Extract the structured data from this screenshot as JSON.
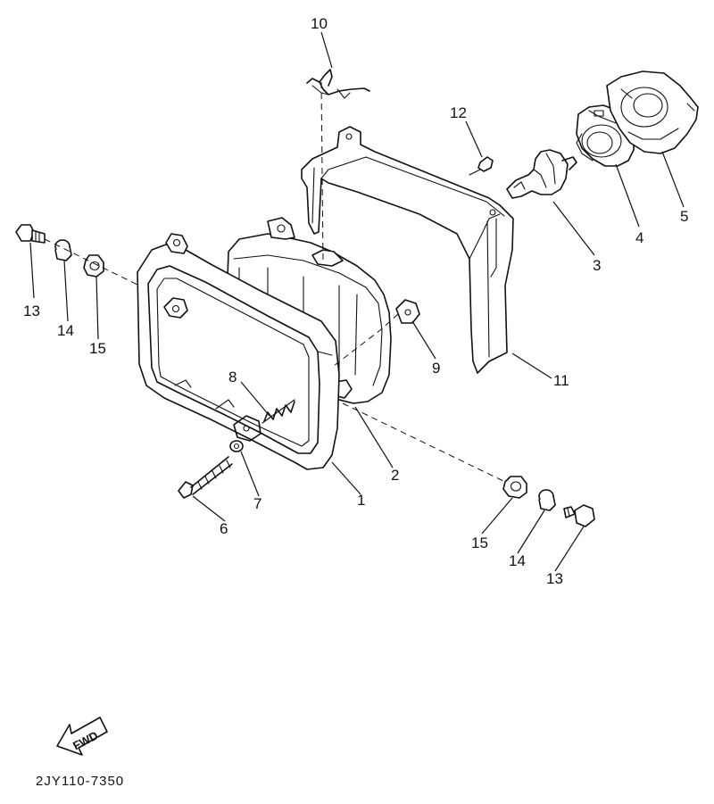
{
  "diagram": {
    "drawing_code": "2JY110-7350",
    "fwd_label": "FWD",
    "callouts": {
      "c1": "1",
      "c2": "2",
      "c3": "3",
      "c4": "4",
      "c5": "5",
      "c6": "6",
      "c7": "7",
      "c8": "8",
      "c9": "9",
      "c10": "10",
      "c11": "11",
      "c12": "12",
      "c13_left": "13",
      "c14_left": "14",
      "c15_left": "15",
      "c13_right": "13",
      "c14_right": "14",
      "c15_right": "15"
    }
  }
}
